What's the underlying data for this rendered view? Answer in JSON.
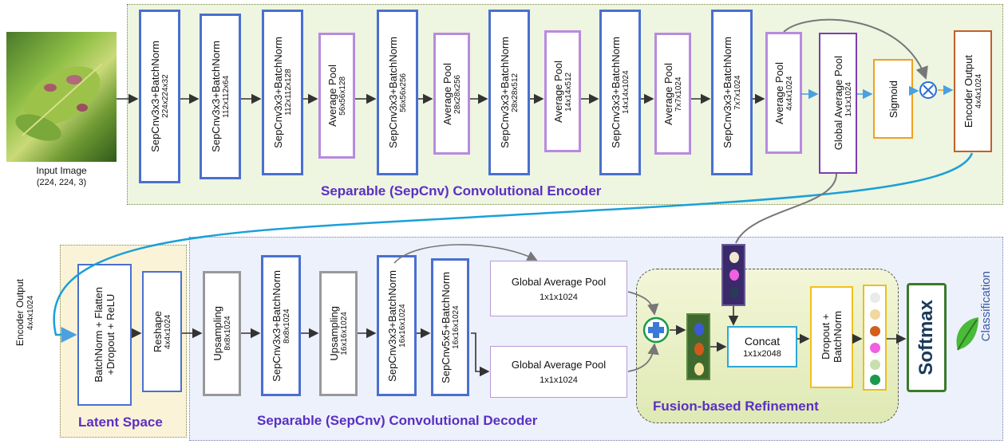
{
  "input": {
    "label": "Input Image",
    "shape": "(224, 224, 3)"
  },
  "encoder": {
    "title": "Separable (SepCnv) Convolutional Encoder",
    "blocks": [
      {
        "name": "SepCnv3x3+BatchNorm",
        "dims": "224x224x32"
      },
      {
        "name": "SepCnv3x3+BatchNorm",
        "dims": "112x112x64"
      },
      {
        "name": "SepCnv3x3+BatchNorm",
        "dims": "112x112x128"
      },
      {
        "name": "Average Pool",
        "dims": "56x56x128"
      },
      {
        "name": "SepCnv3x3+BatchNorm",
        "dims": "56x56x256"
      },
      {
        "name": "Average Pool",
        "dims": "28x28x256"
      },
      {
        "name": "SepCnv3x3+BatchNorm",
        "dims": "28x28x512"
      },
      {
        "name": "Average Pool",
        "dims": "14x14x512"
      },
      {
        "name": "SepCnv3x3+BatchNorm",
        "dims": "14x14x1024"
      },
      {
        "name": "Average Pool",
        "dims": "7x7x1024"
      },
      {
        "name": "SepCnv3x3+BatchNorm",
        "dims": "7x7x1024"
      },
      {
        "name": "Average Pool",
        "dims": "4x4x1024"
      }
    ],
    "gap": {
      "name": "Global Average Pool",
      "dims": "1x1x1024"
    },
    "sigmoid": "Sigmoid",
    "output": {
      "name": "Encoder Output",
      "dims": "4x4x1024"
    }
  },
  "latent": {
    "title": "Latent Space",
    "enc_out": {
      "name": "Encoder Output",
      "dims": "4x4x1024"
    },
    "bn": {
      "line1": "BatchNorm + Flatten",
      "line2": "+Dropout + ReLU"
    },
    "reshape": {
      "name": "Reshape",
      "dims": "4x4x1024"
    }
  },
  "decoder": {
    "title": "Separable (SepCnv) Convolutional Decoder",
    "blocks": [
      {
        "name": "Upsampling",
        "dims": "8x8x1024"
      },
      {
        "name": "SepCnv3x3+BatchNorm",
        "dims": "8x8x1024"
      },
      {
        "name": "Upsampling",
        "dims": "16x16x1024"
      },
      {
        "name": "SepCnv3x3+BatchNorm",
        "dims": "16x16x1024"
      },
      {
        "name": "SepCnv5x5+BatchNorm",
        "dims": "16x16x1024"
      }
    ],
    "gap1": {
      "name": "Global Average Pool",
      "dims": "1x1x1024"
    },
    "gap2": {
      "name": "Global Average Pool",
      "dims": "1x1x1024"
    }
  },
  "fusion": {
    "title": "Fusion-based Refinement",
    "concat": {
      "name": "Concat",
      "dims": "1x1x2048"
    },
    "dropout": {
      "line1": "Dropout +",
      "line2": "BatchNorm"
    }
  },
  "classification": {
    "softmax": "Softmax",
    "label": "Classification"
  }
}
